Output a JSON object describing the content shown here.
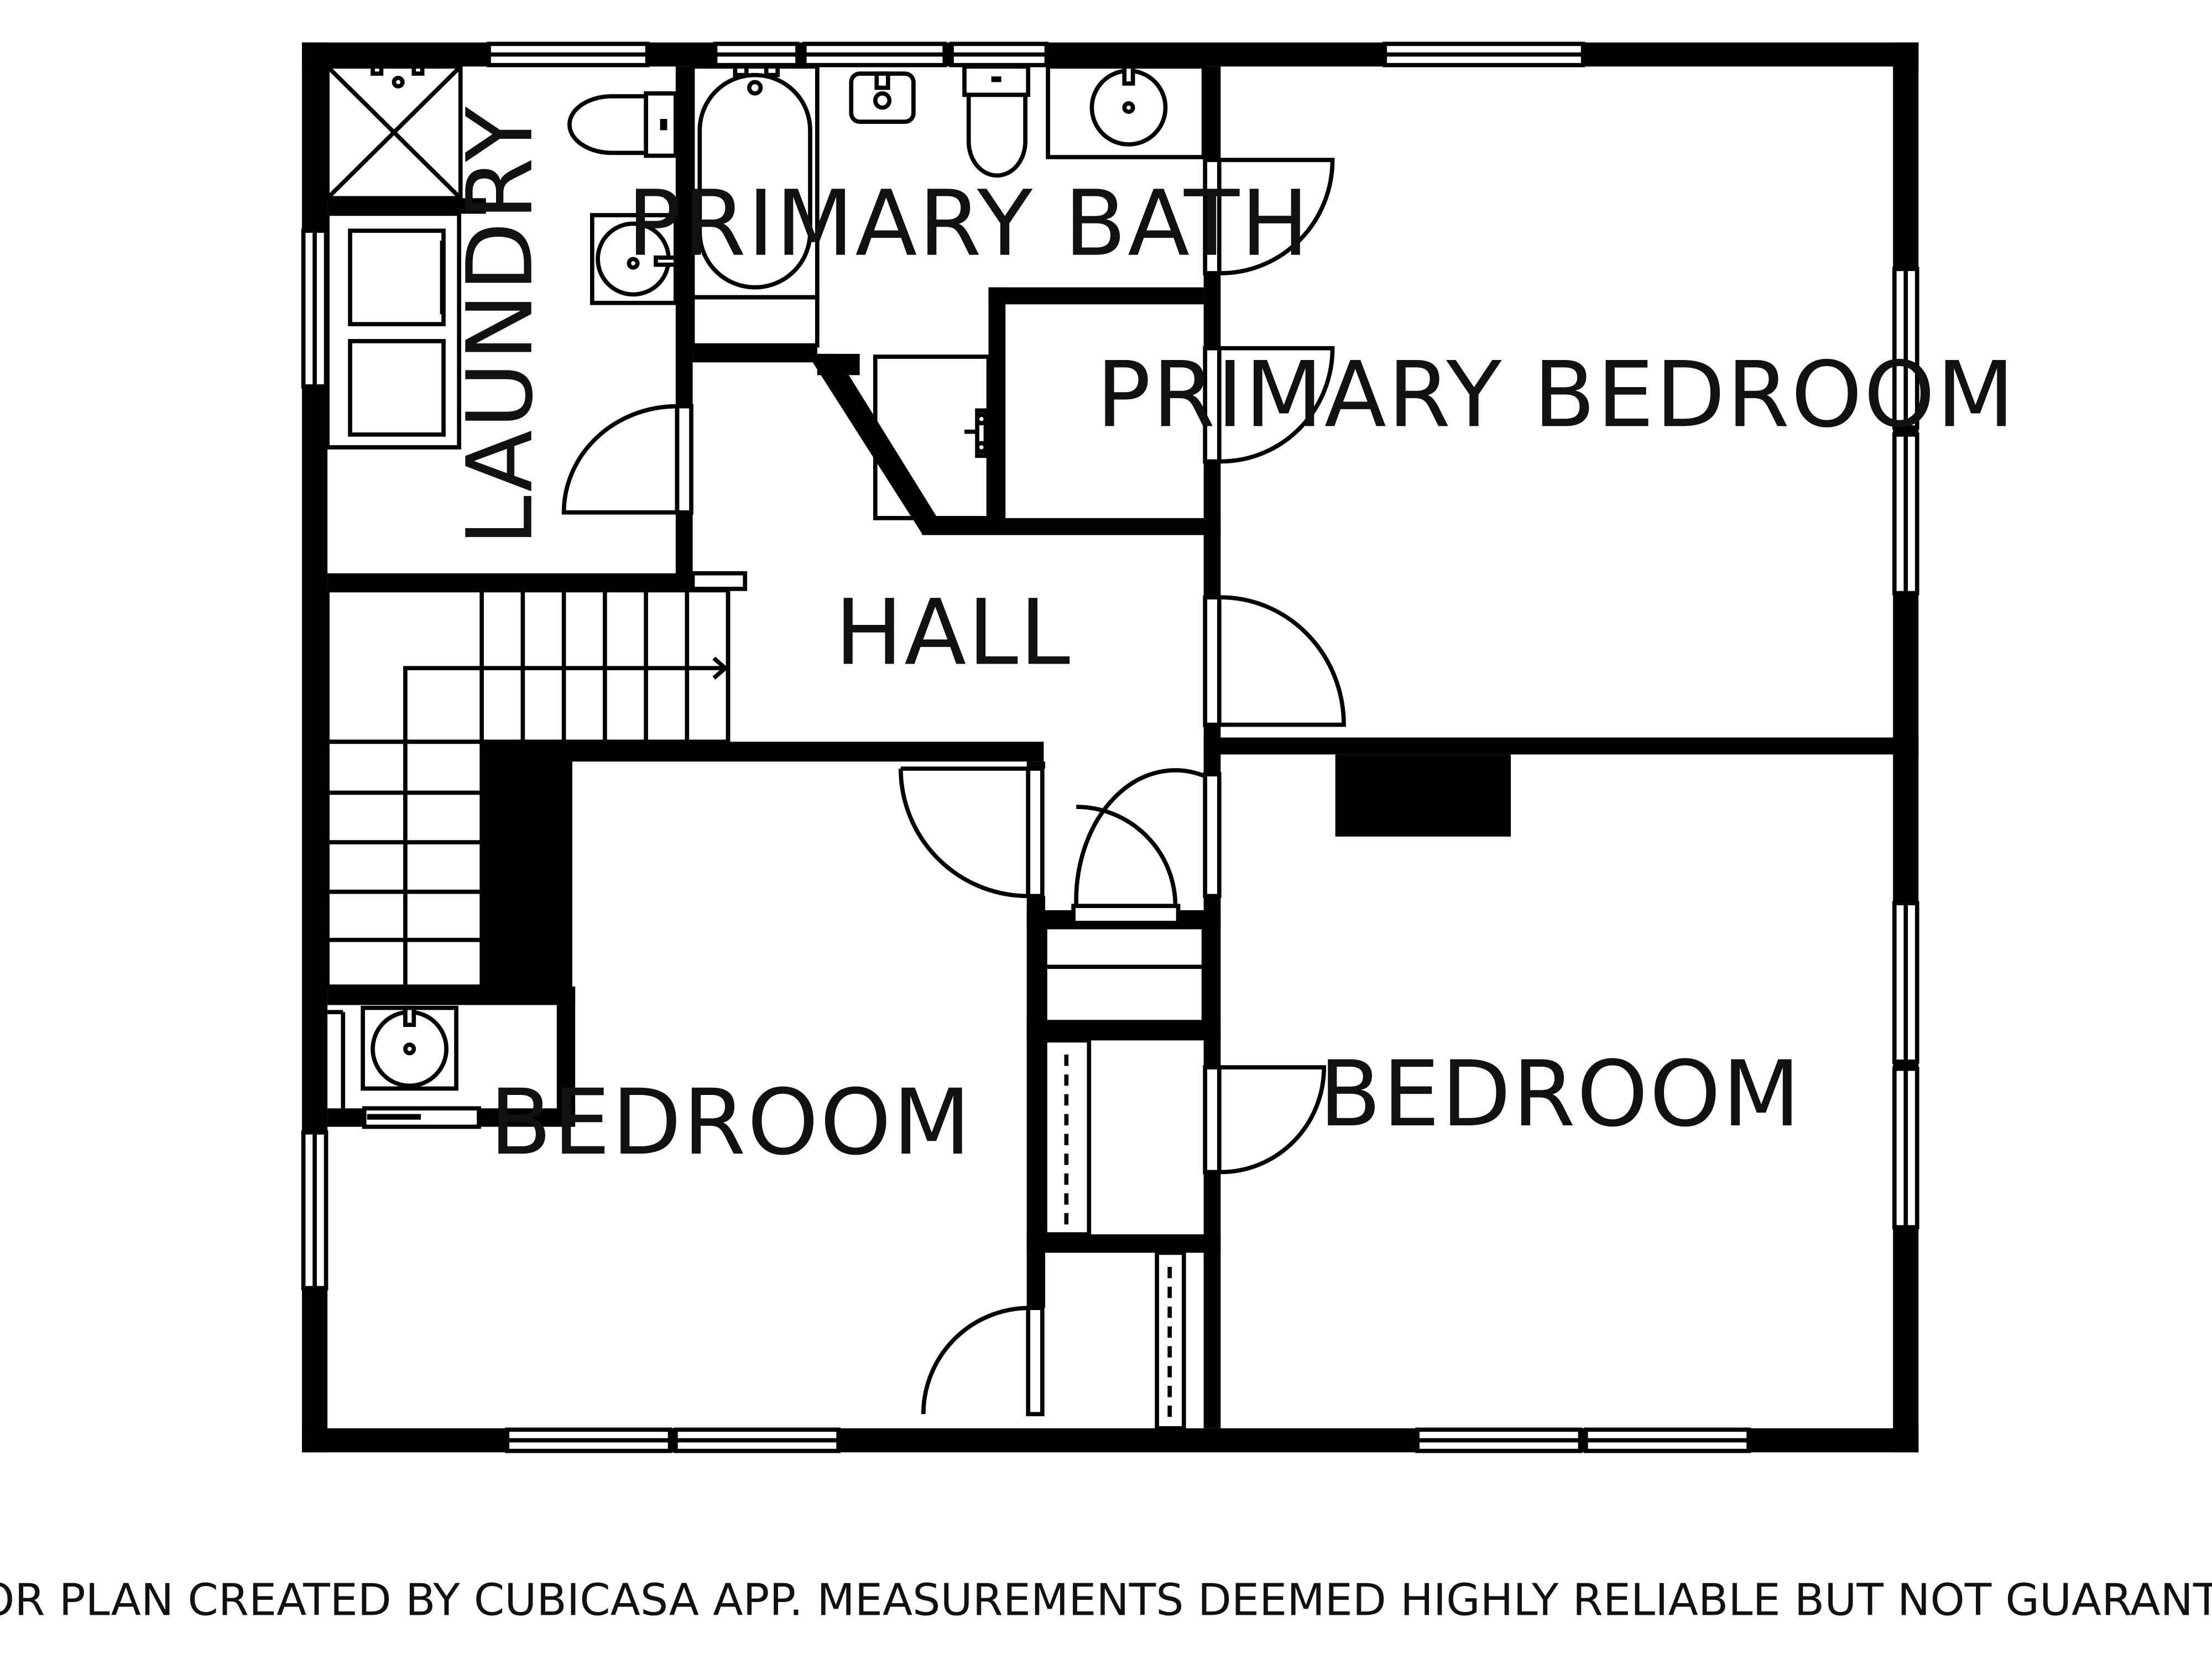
{
  "rooms": {
    "laundry": "LAUNDRY",
    "primary_bath": "PRIMARY BATH",
    "primary_bedroom": "PRIMARY BEDROOM",
    "hall": "HALL",
    "bedroom_left": "BEDROOM",
    "bedroom_right": "BEDROOM"
  },
  "footer": "FLOOR PLAN CREATED BY CUBICASA APP. MEASUREMENTS DEEMED HIGHLY RELIABLE BUT NOT GUARANTEED.",
  "colors": {
    "wall": "#000000",
    "background": "#ffffff"
  }
}
